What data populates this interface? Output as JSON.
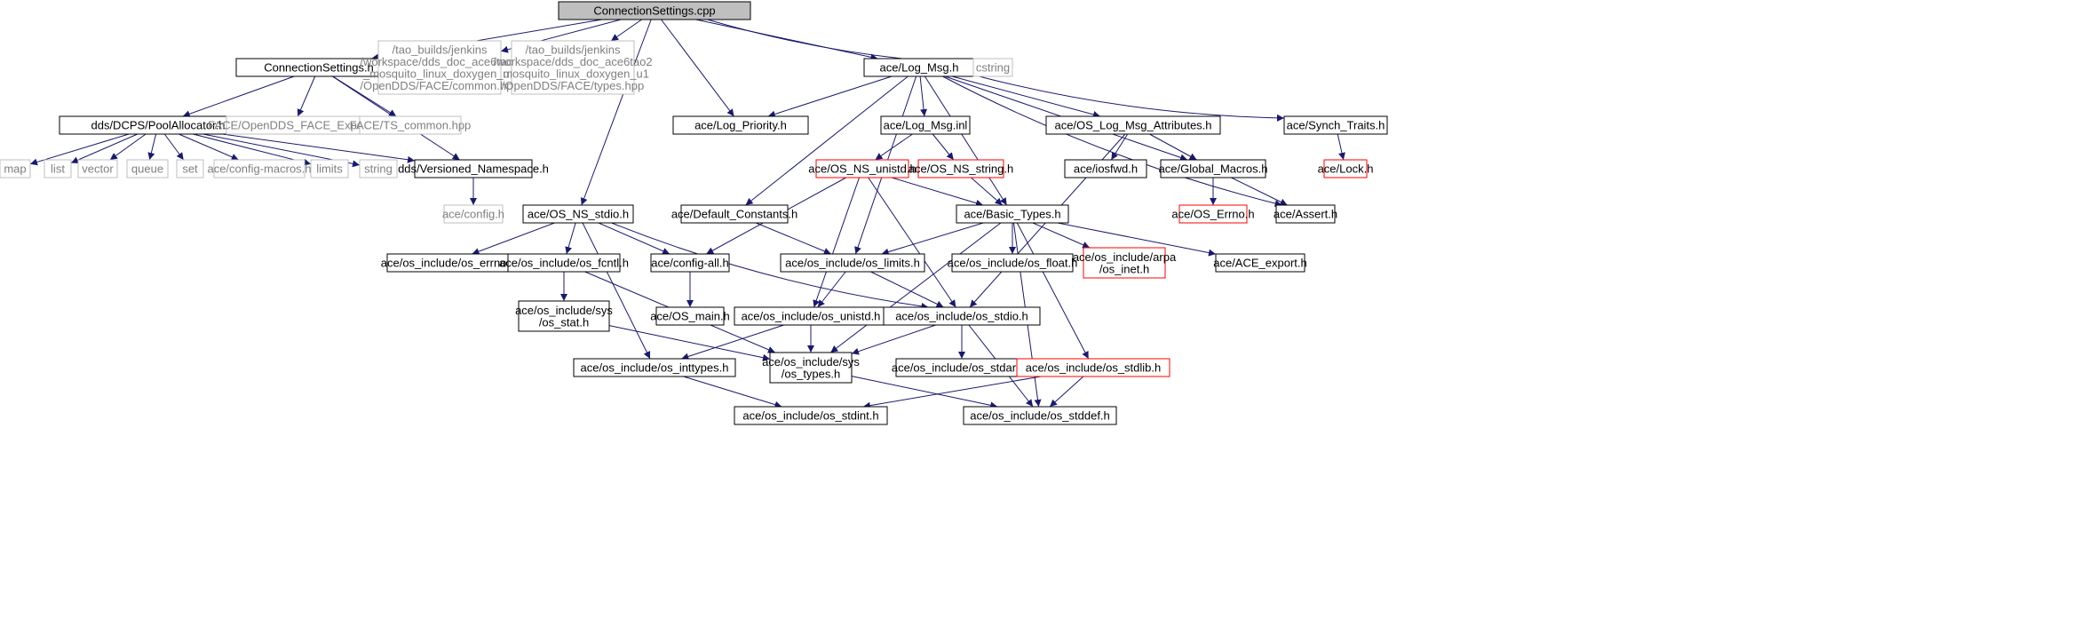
{
  "diagram": {
    "colors": {
      "edge": "#191970",
      "node_border_normal": "#000000",
      "node_border_missing": "#bfbfbf",
      "node_border_truncated": "#ff0000",
      "root_fill": "#bfbfbf",
      "node_fill": "#ffffff",
      "text_normal": "#000000",
      "text_missing": "#7f7f7f"
    },
    "nodes": [
      {
        "id": "n0",
        "kind": "root",
        "lines": [
          "ConnectionSettings.cpp"
        ]
      },
      {
        "id": "n1",
        "kind": "normal",
        "lines": [
          "ConnectionSettings.h"
        ]
      },
      {
        "id": "n2",
        "kind": "missing",
        "lines": [
          "/tao_builds/jenkins",
          "/workspace/dds_doc_ace6tao2",
          "_mosquito_linux_doxygen_u1",
          "/OpenDDS/FACE/common.hpp"
        ]
      },
      {
        "id": "n3",
        "kind": "missing",
        "lines": [
          "/tao_builds/jenkins",
          "/workspace/dds_doc_ace6tao2",
          "_mosquito_linux_doxygen_u1",
          "/OpenDDS/FACE/types.hpp"
        ]
      },
      {
        "id": "n4",
        "kind": "normal",
        "lines": [
          "ace/Log_Msg.h"
        ]
      },
      {
        "id": "n5",
        "kind": "missing",
        "lines": [
          "cstring"
        ]
      },
      {
        "id": "n6",
        "kind": "normal",
        "lines": [
          "dds/DCPS/PoolAllocator.h"
        ]
      },
      {
        "id": "n7",
        "kind": "missing",
        "lines": [
          "FACE/OpenDDS_FACE_Export.h"
        ]
      },
      {
        "id": "n8",
        "kind": "missing",
        "lines": [
          "FACE/TS_common.hpp"
        ]
      },
      {
        "id": "n9",
        "kind": "normal",
        "lines": [
          "ace/Log_Priority.h"
        ]
      },
      {
        "id": "n10",
        "kind": "normal",
        "lines": [
          "ace/Log_Msg.inl"
        ]
      },
      {
        "id": "n11",
        "kind": "normal",
        "lines": [
          "ace/OS_Log_Msg_Attributes.h"
        ]
      },
      {
        "id": "n12",
        "kind": "normal",
        "lines": [
          "ace/Synch_Traits.h"
        ]
      },
      {
        "id": "n13",
        "kind": "missing",
        "lines": [
          "map"
        ]
      },
      {
        "id": "n14",
        "kind": "missing",
        "lines": [
          "list"
        ]
      },
      {
        "id": "n15",
        "kind": "missing",
        "lines": [
          "vector"
        ]
      },
      {
        "id": "n16",
        "kind": "missing",
        "lines": [
          "queue"
        ]
      },
      {
        "id": "n17",
        "kind": "missing",
        "lines": [
          "set"
        ]
      },
      {
        "id": "n18",
        "kind": "missing",
        "lines": [
          "ace/config-macros.h"
        ]
      },
      {
        "id": "n19",
        "kind": "missing",
        "lines": [
          "limits"
        ]
      },
      {
        "id": "n20",
        "kind": "missing",
        "lines": [
          "string"
        ]
      },
      {
        "id": "n21",
        "kind": "normal",
        "lines": [
          "dds/Versioned_Namespace.h"
        ]
      },
      {
        "id": "n22",
        "kind": "truncated",
        "lines": [
          "ace/OS_NS_unistd.h"
        ]
      },
      {
        "id": "n23",
        "kind": "truncated",
        "lines": [
          "ace/OS_NS_string.h"
        ]
      },
      {
        "id": "n24",
        "kind": "normal",
        "lines": [
          "ace/iosfwd.h"
        ]
      },
      {
        "id": "n25",
        "kind": "normal",
        "lines": [
          "ace/Global_Macros.h"
        ]
      },
      {
        "id": "n26",
        "kind": "truncated",
        "lines": [
          "ace/Lock.h"
        ]
      },
      {
        "id": "n27",
        "kind": "missing",
        "lines": [
          "ace/config.h"
        ]
      },
      {
        "id": "n28",
        "kind": "normal",
        "lines": [
          "ace/OS_NS_stdio.h"
        ]
      },
      {
        "id": "n29",
        "kind": "normal",
        "lines": [
          "ace/Default_Constants.h"
        ]
      },
      {
        "id": "n30",
        "kind": "normal",
        "lines": [
          "ace/Basic_Types.h"
        ]
      },
      {
        "id": "n31",
        "kind": "truncated",
        "lines": [
          "ace/OS_Errno.h"
        ]
      },
      {
        "id": "n32",
        "kind": "normal",
        "lines": [
          "ace/Assert.h"
        ]
      },
      {
        "id": "n33",
        "kind": "normal",
        "lines": [
          "ace/os_include/os_errno.h"
        ]
      },
      {
        "id": "n34",
        "kind": "normal",
        "lines": [
          "ace/os_include/os_fcntl.h"
        ]
      },
      {
        "id": "n35",
        "kind": "normal",
        "lines": [
          "ace/config-all.h"
        ]
      },
      {
        "id": "n36",
        "kind": "normal",
        "lines": [
          "ace/os_include/os_limits.h"
        ]
      },
      {
        "id": "n37",
        "kind": "normal",
        "lines": [
          "ace/os_include/os_float.h"
        ]
      },
      {
        "id": "n38",
        "kind": "truncated",
        "lines": [
          "ace/os_include/arpa",
          "/os_inet.h"
        ]
      },
      {
        "id": "n39",
        "kind": "normal",
        "lines": [
          "ace/ACE_export.h"
        ]
      },
      {
        "id": "n40",
        "kind": "normal",
        "lines": [
          "ace/os_include/sys",
          "/os_stat.h"
        ]
      },
      {
        "id": "n41",
        "kind": "normal",
        "lines": [
          "ace/OS_main.h"
        ]
      },
      {
        "id": "n42",
        "kind": "normal",
        "lines": [
          "ace/os_include/os_unistd.h"
        ]
      },
      {
        "id": "n43",
        "kind": "normal",
        "lines": [
          "ace/os_include/os_stdio.h"
        ]
      },
      {
        "id": "n44",
        "kind": "normal",
        "lines": [
          "ace/os_include/os_inttypes.h"
        ]
      },
      {
        "id": "n45",
        "kind": "normal",
        "lines": [
          "ace/os_include/sys",
          "/os_types.h"
        ]
      },
      {
        "id": "n46",
        "kind": "normal",
        "lines": [
          "ace/os_include/os_stdarg.h"
        ]
      },
      {
        "id": "n47",
        "kind": "truncated",
        "lines": [
          "ace/os_include/os_stdlib.h"
        ]
      },
      {
        "id": "n48",
        "kind": "normal",
        "lines": [
          "ace/os_include/os_stdint.h"
        ]
      },
      {
        "id": "n49",
        "kind": "normal",
        "lines": [
          "ace/os_include/os_stddef.h"
        ]
      }
    ],
    "edges": [
      [
        "n0",
        "n1"
      ],
      [
        "n0",
        "n2"
      ],
      [
        "n0",
        "n3"
      ],
      [
        "n0",
        "n4"
      ],
      [
        "n0",
        "n5"
      ],
      [
        "n0",
        "n9"
      ],
      [
        "n0",
        "n28"
      ],
      [
        "n1",
        "n6"
      ],
      [
        "n1",
        "n7"
      ],
      [
        "n1",
        "n8"
      ],
      [
        "n1",
        "n21"
      ],
      [
        "n6",
        "n13"
      ],
      [
        "n6",
        "n14"
      ],
      [
        "n6",
        "n15"
      ],
      [
        "n6",
        "n16"
      ],
      [
        "n6",
        "n17"
      ],
      [
        "n6",
        "n18"
      ],
      [
        "n6",
        "n19"
      ],
      [
        "n6",
        "n20"
      ],
      [
        "n6",
        "n21"
      ],
      [
        "n21",
        "n27"
      ],
      [
        "n4",
        "n9"
      ],
      [
        "n4",
        "n29"
      ],
      [
        "n4",
        "n10"
      ],
      [
        "n4",
        "n36"
      ],
      [
        "n4",
        "n30"
      ],
      [
        "n4",
        "n11"
      ],
      [
        "n4",
        "n25"
      ],
      [
        "n4",
        "n32"
      ],
      [
        "n4",
        "n12"
      ],
      [
        "n10",
        "n22"
      ],
      [
        "n10",
        "n23"
      ],
      [
        "n11",
        "n24"
      ],
      [
        "n11",
        "n25"
      ],
      [
        "n11",
        "n43"
      ],
      [
        "n12",
        "n26"
      ],
      [
        "n22",
        "n35"
      ],
      [
        "n22",
        "n30"
      ],
      [
        "n22",
        "n42"
      ],
      [
        "n22",
        "n43"
      ],
      [
        "n23",
        "n30"
      ],
      [
        "n25",
        "n31"
      ],
      [
        "n25",
        "n32"
      ],
      [
        "n28",
        "n33"
      ],
      [
        "n28",
        "n34"
      ],
      [
        "n28",
        "n35"
      ],
      [
        "n28",
        "n43"
      ],
      [
        "n28",
        "n44"
      ],
      [
        "n29",
        "n36"
      ],
      [
        "n30",
        "n36"
      ],
      [
        "n30",
        "n37"
      ],
      [
        "n30",
        "n38"
      ],
      [
        "n30",
        "n39"
      ],
      [
        "n30",
        "n45"
      ],
      [
        "n30",
        "n47"
      ],
      [
        "n30",
        "n49"
      ],
      [
        "n34",
        "n40"
      ],
      [
        "n34",
        "n45"
      ],
      [
        "n35",
        "n41"
      ],
      [
        "n36",
        "n42"
      ],
      [
        "n36",
        "n43"
      ],
      [
        "n40",
        "n45"
      ],
      [
        "n42",
        "n44"
      ],
      [
        "n42",
        "n45"
      ],
      [
        "n43",
        "n46"
      ],
      [
        "n43",
        "n45"
      ],
      [
        "n43",
        "n49"
      ],
      [
        "n44",
        "n48"
      ],
      [
        "n45",
        "n49"
      ],
      [
        "n47",
        "n48"
      ],
      [
        "n47",
        "n49"
      ]
    ]
  }
}
